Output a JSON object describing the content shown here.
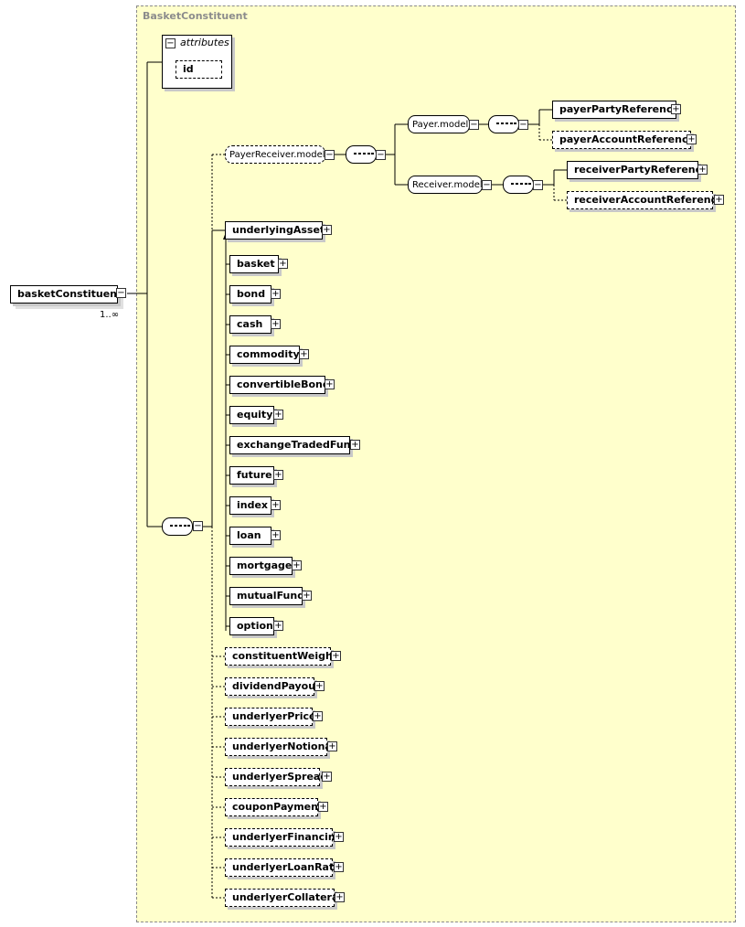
{
  "group": {
    "title": "BasketConstituent"
  },
  "root": {
    "label": "basketConstituent",
    "cardinality": "1..∞"
  },
  "attributes": {
    "title": "attributes",
    "items": [
      "id"
    ]
  },
  "payerReceiver": {
    "label": "PayerReceiver.model",
    "payer": {
      "label": "Payer.model",
      "children": [
        "payerPartyReference",
        "payerAccountReference"
      ]
    },
    "receiver": {
      "label": "Receiver.model",
      "children": [
        "receiverPartyReference",
        "receiverAccountReference"
      ]
    }
  },
  "underlyingAsset": {
    "label": "underlyingAsset",
    "substitutions": [
      "basket",
      "bond",
      "cash",
      "commodity",
      "convertibleBond",
      "equity",
      "exchangeTradedFund",
      "future",
      "index",
      "loan",
      "mortgage",
      "mutualFund",
      "option"
    ]
  },
  "optionalElements": [
    "constituentWeight",
    "dividendPayout",
    "underlyerPrice",
    "underlyerNotional",
    "underlyerSpread",
    "couponPayment",
    "underlyerFinancing",
    "underlyerLoanRate",
    "underlyerCollateral"
  ],
  "icons": {
    "collapse": "minus-box-icon",
    "expand": "plus-box-icon",
    "sequence": "sequence-icon"
  }
}
